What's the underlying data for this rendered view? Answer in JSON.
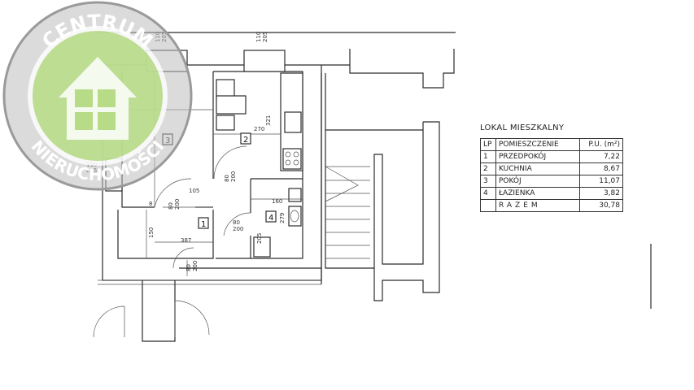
{
  "legend": {
    "title": "LOKAL MIESZKALNY",
    "header": {
      "lp": "LP",
      "name": "POMIESZCZENIE",
      "area": "P.U. (m²)"
    },
    "rows": [
      {
        "lp": "1",
        "name": "PRZEDPOKÓJ",
        "area": "7,22"
      },
      {
        "lp": "2",
        "name": "KUCHNIA",
        "area": "8,67"
      },
      {
        "lp": "3",
        "name": "POKÓJ",
        "area": "11,07"
      },
      {
        "lp": "4",
        "name": "ŁAZIENKA",
        "area": "3,82"
      }
    ],
    "total": {
      "lp": "",
      "name": "RAZEM",
      "area": "30,78"
    }
  },
  "watermark": {
    "top_text": "CENTRUM",
    "bottom_text": "NIERUCHOMOŚCI",
    "ring_color": "#9a9a9a",
    "inner_color": "#8dc63f"
  },
  "rooms": {
    "r1": "1",
    "r2": "2",
    "r3": "3",
    "r4": "4"
  },
  "dims": {
    "d1": "110",
    "d2": "205",
    "d3": "110",
    "d4": "205",
    "d5": "270",
    "d6": "321",
    "d7": "110",
    "d8": "205",
    "d9": "105",
    "d10": "8",
    "d11": "80",
    "d12": "200",
    "d13": "80",
    "d14": "200",
    "d15": "160",
    "d16": "80",
    "d17": "200",
    "d18": "279",
    "d19": "150",
    "d20": "387",
    "d21": "205",
    "d22": "80",
    "d23": "200"
  }
}
